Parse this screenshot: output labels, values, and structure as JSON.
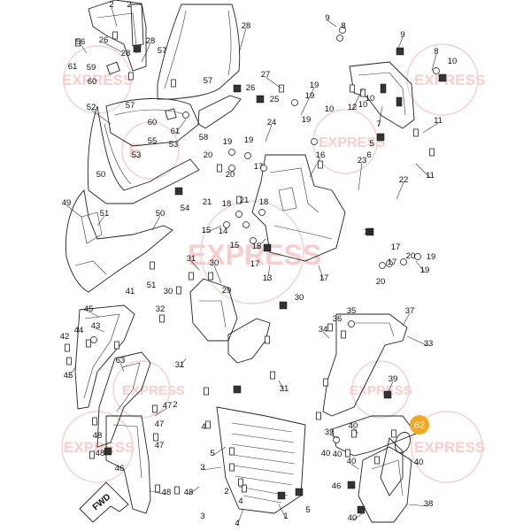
{
  "diagram": {
    "watermark_text": "EXPRESS",
    "watermark_letter": "E",
    "fwd_label": "FWD",
    "highlight": {
      "label": "62",
      "color": "#f5a623"
    },
    "callouts": [
      {
        "t": "2"
      },
      {
        "t": "2"
      },
      {
        "t": "26"
      },
      {
        "t": "56"
      },
      {
        "t": "61"
      },
      {
        "t": "59"
      },
      {
        "t": "60"
      },
      {
        "t": "28"
      },
      {
        "t": "57"
      },
      {
        "t": "28"
      },
      {
        "t": "28"
      },
      {
        "t": "27"
      },
      {
        "t": "26"
      },
      {
        "t": "25"
      },
      {
        "t": "19"
      },
      {
        "t": "57"
      },
      {
        "t": "9"
      },
      {
        "t": "8"
      },
      {
        "t": "9"
      },
      {
        "t": "8"
      },
      {
        "t": "10"
      },
      {
        "t": "10"
      },
      {
        "t": "52"
      },
      {
        "t": "57"
      },
      {
        "t": "60"
      },
      {
        "t": "61"
      },
      {
        "t": "58"
      },
      {
        "t": "24"
      },
      {
        "t": "19"
      },
      {
        "t": "19"
      },
      {
        "t": "12"
      },
      {
        "t": "10"
      },
      {
        "t": "10"
      },
      {
        "t": "7"
      },
      {
        "t": "11"
      },
      {
        "t": "11"
      },
      {
        "t": "55"
      },
      {
        "t": "53"
      },
      {
        "t": "53"
      },
      {
        "t": "20"
      },
      {
        "t": "19"
      },
      {
        "t": "19"
      },
      {
        "t": "6"
      },
      {
        "t": "5"
      },
      {
        "t": "16"
      },
      {
        "t": "23"
      },
      {
        "t": "20"
      },
      {
        "t": "17"
      },
      {
        "t": "50"
      },
      {
        "t": "54"
      },
      {
        "t": "21"
      },
      {
        "t": "18"
      },
      {
        "t": "18"
      },
      {
        "t": "21"
      },
      {
        "t": "22"
      },
      {
        "t": "49"
      },
      {
        "t": "51"
      },
      {
        "t": "50"
      },
      {
        "t": "15"
      },
      {
        "t": "14"
      },
      {
        "t": "15"
      },
      {
        "t": "16"
      },
      {
        "t": "17"
      },
      {
        "t": "17"
      },
      {
        "t": "15"
      },
      {
        "t": "13"
      },
      {
        "t": "17"
      },
      {
        "t": "17"
      },
      {
        "t": "19"
      },
      {
        "t": "20"
      },
      {
        "t": "19"
      },
      {
        "t": "20"
      },
      {
        "t": "31"
      },
      {
        "t": "30"
      },
      {
        "t": "51"
      },
      {
        "t": "29"
      },
      {
        "t": "30"
      },
      {
        "t": "41"
      },
      {
        "t": "30"
      },
      {
        "t": "45"
      },
      {
        "t": "43"
      },
      {
        "t": "32"
      },
      {
        "t": "37"
      },
      {
        "t": "42"
      },
      {
        "t": "44"
      },
      {
        "t": "34"
      },
      {
        "t": "36"
      },
      {
        "t": "35"
      },
      {
        "t": "45"
      },
      {
        "t": "63"
      },
      {
        "t": "33"
      },
      {
        "t": "31"
      },
      {
        "t": "31"
      },
      {
        "t": "47"
      },
      {
        "t": "46"
      },
      {
        "t": "39"
      },
      {
        "t": "2"
      },
      {
        "t": "48"
      },
      {
        "t": "47"
      },
      {
        "t": "3"
      },
      {
        "t": "47"
      },
      {
        "t": "4"
      },
      {
        "t": "48"
      },
      {
        "t": "39"
      },
      {
        "t": "40"
      },
      {
        "t": "40"
      },
      {
        "t": "48"
      },
      {
        "t": "5"
      },
      {
        "t": "40"
      },
      {
        "t": "40"
      },
      {
        "t": "46"
      },
      {
        "t": "3"
      },
      {
        "t": "48"
      },
      {
        "t": "40"
      },
      {
        "t": "2"
      },
      {
        "t": "4"
      },
      {
        "t": "4"
      },
      {
        "t": "1"
      },
      {
        "t": "5"
      },
      {
        "t": "38"
      },
      {
        "t": "40"
      }
    ]
  }
}
